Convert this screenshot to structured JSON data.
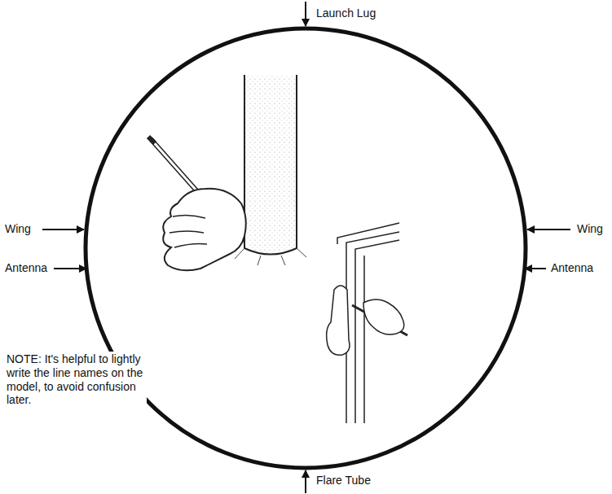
{
  "diagram": {
    "labels": [
      "Launch Lug",
      "Wing",
      "Antenna",
      "NOTE: It's helpful to lightly write the line names on the model, to avoid confusion later.",
      "Wing",
      "Antenna",
      "Flare Tube"
    ]
  }
}
